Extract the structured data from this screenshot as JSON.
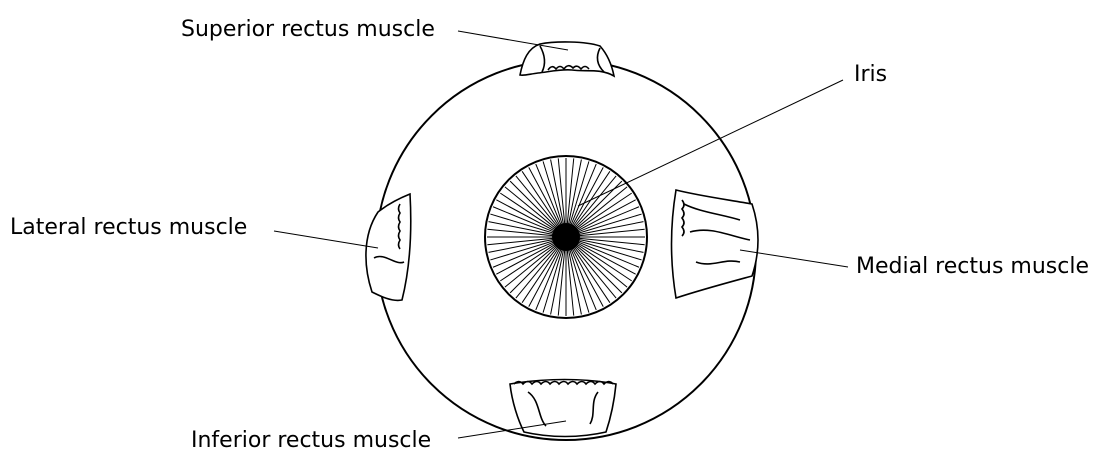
{
  "labels": {
    "superior_rectus": "Superior rectus muscle",
    "iris": "Iris",
    "lateral_rectus": "Lateral rectus muscle",
    "medial_rectus": "Medial rectus muscle",
    "inferior_rectus": "Inferior rectus muscle"
  },
  "colors": {
    "line": "#000000",
    "background": "#ffffff"
  }
}
